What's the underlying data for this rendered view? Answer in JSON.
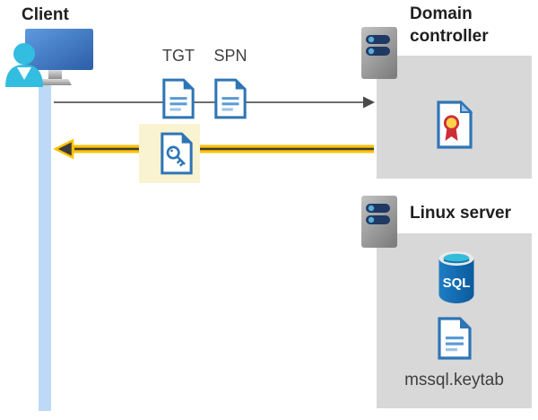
{
  "client": {
    "label": "Client"
  },
  "request": {
    "tgt_label": "TGT",
    "spn_label": "SPN"
  },
  "domain_controller": {
    "label": "Domain controller"
  },
  "linux_server": {
    "label": "Linux server",
    "keytab_filename": "mssql.keytab"
  },
  "icons": {
    "sql_label": "SQL"
  },
  "colors": {
    "accent_yellow": "#FFC000",
    "arrow_dark": "#3B3B3B",
    "arrow_gray": "#595959",
    "panel_gray": "#D8D8D8",
    "highlight_yellow": "#FAF3D1",
    "lifeline_blue": "#BDD9F7",
    "doc_blue": "#2E75B6",
    "doc_blue_mid": "#5B9BD5",
    "doc_blue_light": "#9DC3E6",
    "person_cyan": "#33BDE0",
    "slot_navy": "#1F3864",
    "dot_blue": "#56AEDC",
    "sql_cyan": "#35BCD9",
    "seal_yellow": "#FFD24A",
    "seal_red": "#CE2E36",
    "text_dark": "#1F1F1F",
    "text_gray": "#3F3F3F"
  }
}
